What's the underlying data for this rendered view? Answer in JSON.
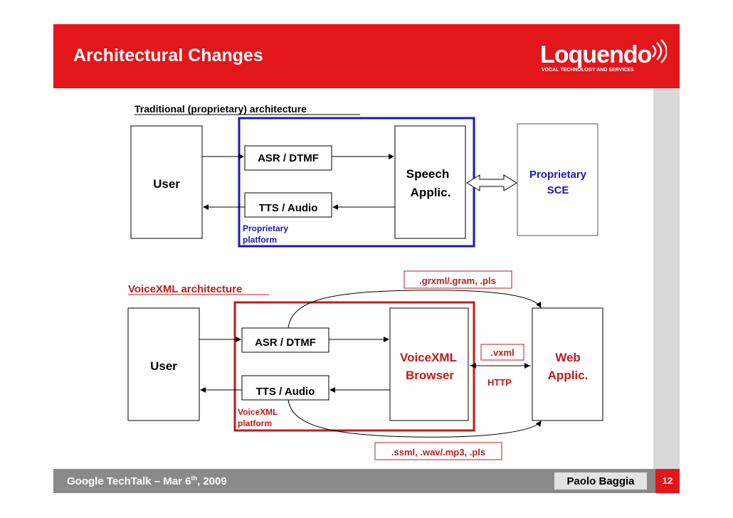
{
  "slide": {
    "title": "Architectural Changes",
    "logo": {
      "name": "Loquendo",
      "tagline": "VOCAL TECHNOLOGY AND SERVICES"
    },
    "footer": {
      "left_text": "Google TechTalk – Mar 6",
      "left_sup": "th",
      "left_tail": ", 2009",
      "author": "Paolo Baggia",
      "page": "12"
    }
  },
  "diagram": {
    "traditional": {
      "heading": "Traditional (proprietary) architecture",
      "user": "User",
      "asr": "ASR / DTMF",
      "tts": "TTS / Audio",
      "platform_line1": "Proprietary",
      "platform_line2": "platform",
      "app_line1": "Speech",
      "app_line2": "Applic.",
      "sce_line1": "Proprietary",
      "sce_line2": "SCE"
    },
    "voicexml": {
      "heading": "VoiceXML architecture",
      "user": "User",
      "asr": "ASR / DTMF",
      "tts": "TTS / Audio",
      "platform_line1": "VoiceXML",
      "platform_line2": "platform",
      "browser_line1": "VoiceXML",
      "browser_line2": "Browser",
      "web_line1": "Web",
      "web_line2": "Applic.",
      "grammar_label": ".grxml/.gram, .pls",
      "audio_label": ".ssml, .wav/.mp3, .pls",
      "vxml_label": ".vxml",
      "http_label": "HTTP"
    },
    "colors": {
      "brand_red": "#e3161a",
      "blue": "#1a1ab4",
      "dark_red": "#c01a1a",
      "footer_gray": "#8a8a8a"
    }
  }
}
